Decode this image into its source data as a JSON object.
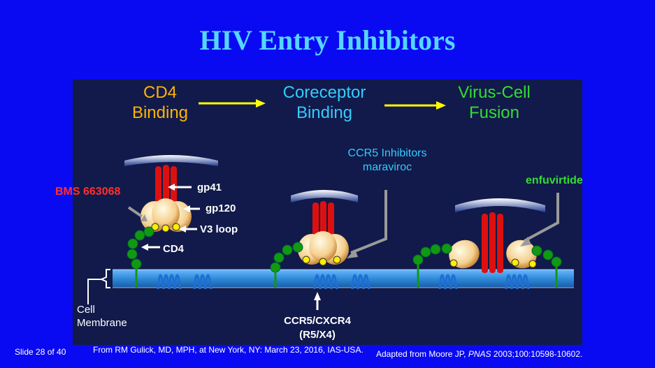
{
  "slide": {
    "title": "HIV Entry Inhibitors",
    "slide_number": "Slide 28 of 40",
    "source": "From RM Gulick, MD, MPH, at New York, NY: March 23, 2016, IAS-USA.",
    "adapted_prefix": "Adapted from Moore JP, ",
    "adapted_journal": "PNAS",
    "adapted_suffix": " 2003;100:10598-10602."
  },
  "stages": {
    "cd4_line1": "CD4",
    "cd4_line2": "Binding",
    "coreceptor_line1": "Coreceptor",
    "coreceptor_line2": "Binding",
    "fusion_line1": "Virus-Cell",
    "fusion_line2": "Fusion"
  },
  "labels": {
    "bms": "BMS 663068",
    "gp41": "gp41",
    "gp120": "gp120",
    "v3": "V3 loop",
    "cd4": "CD4",
    "ccr5_line1": "CCR5 Inhibitors",
    "ccr5_line2": "maraviroc",
    "enfuvirtide": "enfuvirtide",
    "cell_line1": "Cell",
    "cell_line2": "Membrane",
    "coreceptor_line1": "CCR5/CXCR4",
    "coreceptor_line2": "(R5/X4)"
  },
  "colors": {
    "background": "#0a0af2",
    "title": "#55d6ff",
    "panel": "#111a4a",
    "cd4_stage": "#ffb300",
    "coreceptor_stage": "#33ccff",
    "fusion_stage": "#33dd33",
    "arrow": "#ffff00",
    "membrane": "#2e8bd8",
    "gp41": "#dd1010",
    "gp120": "#f7d59a",
    "cd4_beads": "#119911"
  }
}
